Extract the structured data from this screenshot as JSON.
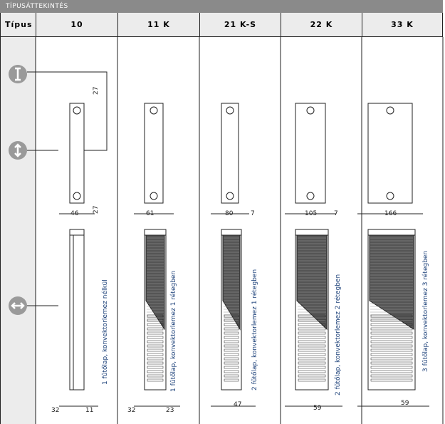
{
  "section_title": "TÍPUSÁTTEKINTÉS",
  "header": {
    "type_label": "Típus",
    "columns": [
      "10",
      "11 K",
      "21 K-S",
      "22 K",
      "33 K"
    ]
  },
  "icons": [
    "height-dimension-icon",
    "hub-distance-icon",
    "depth-dimension-icon"
  ],
  "columns": [
    {
      "side_dims": [
        "46"
      ],
      "top_dims": [
        "27",
        "27"
      ],
      "bottom_dims": [
        "32",
        "11"
      ],
      "caption": "1 fűtőlap, konvektorlemez nélkül"
    },
    {
      "side_dims": [
        "61"
      ],
      "bottom_dims": [
        "32",
        "23"
      ],
      "caption": "1 fűtőlap, konvektorlemez 1 rétegben"
    },
    {
      "side_dims": [
        "80",
        "7"
      ],
      "bottom_dims": [
        "47"
      ],
      "caption": "2 fűtőlap, konvektorlemez 1 rétegben"
    },
    {
      "side_dims": [
        "105",
        "7"
      ],
      "bottom_dims": [
        "59"
      ],
      "caption": "2 fűtőlap, konvektorlemez 2 rétegben"
    },
    {
      "side_dims": [
        "166"
      ],
      "bottom_dims": [
        "59"
      ],
      "caption": "3 fűtőlap, konvektorlemez 3 rétegben"
    }
  ]
}
